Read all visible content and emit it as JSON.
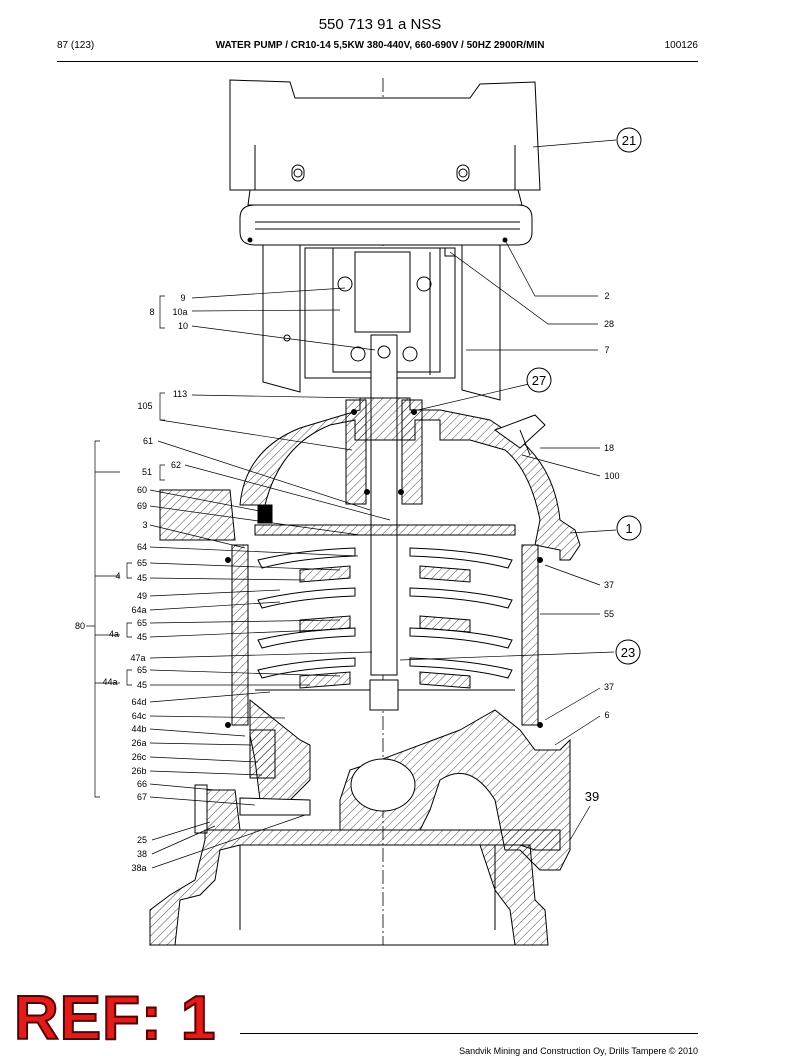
{
  "header": {
    "doc_title": "550 713 91 a NSS",
    "page": "87 (123)",
    "title": "WATER PUMP / CR10-14 5,5KW 380-440V, 660-690V / 50HZ 2900R/MIN",
    "code": "100126"
  },
  "stamp": {
    "text": "REF: 1"
  },
  "footer": {
    "note": "Sandvik Mining and Construction Oy, Drills Tampere © 2010"
  },
  "left_labels": {
    "l9": "9",
    "l8": "8",
    "l10a": "10a",
    "l10": "10",
    "l113": "113",
    "l105": "105",
    "l61": "61",
    "l62": "62",
    "l51": "51",
    "l60": "60",
    "l69": "69",
    "l3": "3",
    "l64": "64",
    "l65a": "65",
    "l4": "4",
    "l45a": "45",
    "l49": "49",
    "l64a": "64a",
    "l80": "80",
    "l65b": "65",
    "l4a": "4a",
    "l45b": "45",
    "l47a": "47a",
    "l65c": "65",
    "l44a": "44a",
    "l45c": "45",
    "l64d": "64d",
    "l64c": "64c",
    "l44b": "44b",
    "l26a": "26a",
    "l26c": "26c",
    "l26b": "26b",
    "l66": "66",
    "l67": "67",
    "l25": "25",
    "l38": "38",
    "l38a": "38a"
  },
  "right_labels": {
    "l2": "2",
    "l28": "28",
    "l7": "7",
    "l18": "18",
    "l100": "100",
    "l37a": "37",
    "l55": "55",
    "l37b": "37",
    "l6": "6",
    "l39": "39"
  },
  "callouts": {
    "c21": "21",
    "c27": "27",
    "c1": "1",
    "c23": "23"
  }
}
